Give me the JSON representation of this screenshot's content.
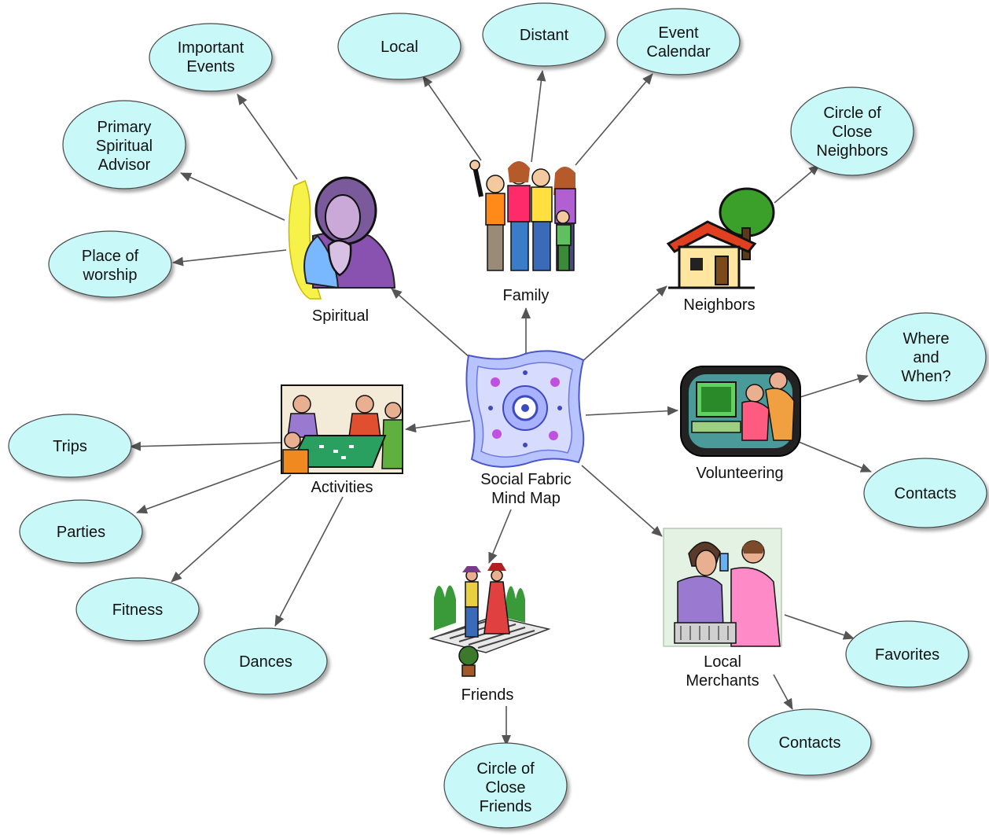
{
  "center": {
    "lines": [
      "Social Fabric",
      "Mind Map"
    ],
    "icon": "fabric-quilt-icon"
  },
  "hubs": {
    "family": {
      "label": "Family",
      "icon": "family-group-icon"
    },
    "spiritual": {
      "label": "Spiritual",
      "icon": "praying-person-icon"
    },
    "neighbors": {
      "label": "Neighbors",
      "icon": "house-icon"
    },
    "volunteering": {
      "label": "Volunteering",
      "icon": "computer-helpers-icon"
    },
    "activities": {
      "label": "Activities",
      "icon": "game-table-icon"
    },
    "friends": {
      "label": "Friends",
      "icon": "walking-friends-icon"
    },
    "merchants": {
      "lines": [
        "Local",
        "Merchants"
      ],
      "icon": "shopkeeper-icon"
    }
  },
  "leaves": {
    "important_events": [
      "Important",
      "Events"
    ],
    "primary_advisor": [
      "Primary",
      "Spiritual",
      "Advisor"
    ],
    "place_of_worship": [
      "Place of",
      "worship"
    ],
    "local": [
      "Local"
    ],
    "distant": [
      "Distant"
    ],
    "event_calendar": [
      "Event",
      "Calendar"
    ],
    "close_neighbors": [
      "Circle of",
      "Close",
      "Neighbors"
    ],
    "where_when": [
      "Where",
      "and",
      "When?"
    ],
    "vol_contacts": [
      "Contacts"
    ],
    "trips": [
      "Trips"
    ],
    "parties": [
      "Parties"
    ],
    "fitness": [
      "Fitness"
    ],
    "dances": [
      "Dances"
    ],
    "close_friends": [
      "Circle of",
      "Close",
      "Friends"
    ],
    "favorites": [
      "Favorites"
    ],
    "merch_contacts": [
      "Contacts"
    ]
  },
  "colors": {
    "bubble_fill": "#c8f8f8",
    "bubble_stroke": "#4a4a4a",
    "arrow": "#555555"
  }
}
